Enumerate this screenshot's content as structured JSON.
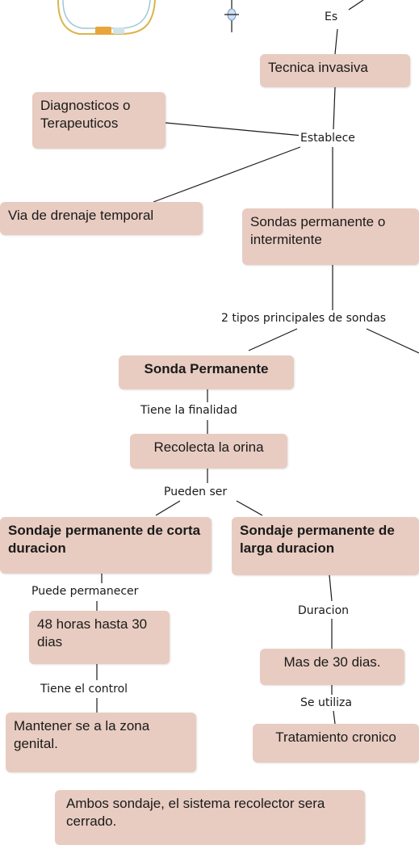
{
  "nodes": {
    "tecnica_invasiva": "Tecnica invasiva",
    "diagnosticos": "Diagnosticos o Terapeuticos",
    "via_drenaje": "Via de drenaje temporal",
    "sondas_permanente": "Sondas permanente o intermitente",
    "sonda_permanente": "Sonda Permanente",
    "recolecta": "Recolecta la orina",
    "corta_duracion": "Sondaje permanente de corta duracion",
    "larga_duracion": "Sondaje permanente de larga duracion",
    "horas": "48 horas hasta 30 dias",
    "mas_30": "Mas de 30 dias.",
    "mantener": "Mantener se a la zona genital.",
    "tratamiento": "Tratamiento cronico",
    "ambos": "Ambos sondaje, el sistema recolector sera cerrado."
  },
  "labels": {
    "es": "Es",
    "establece": "Establece",
    "dos_tipos": "2 tipos principales de sondas",
    "tiene_finalidad": "Tiene la finalidad",
    "pueden_ser": "Pueden ser",
    "puede_permanecer": "Puede permanecer",
    "duracion": "Duracion",
    "tiene_control": "Tiene el control",
    "se_utiliza": "Se utiliza"
  },
  "images": [
    "catheter-image",
    "connector-image"
  ],
  "colors": {
    "node_fill": "#e8ccc1",
    "line": "#1a1a1a"
  }
}
